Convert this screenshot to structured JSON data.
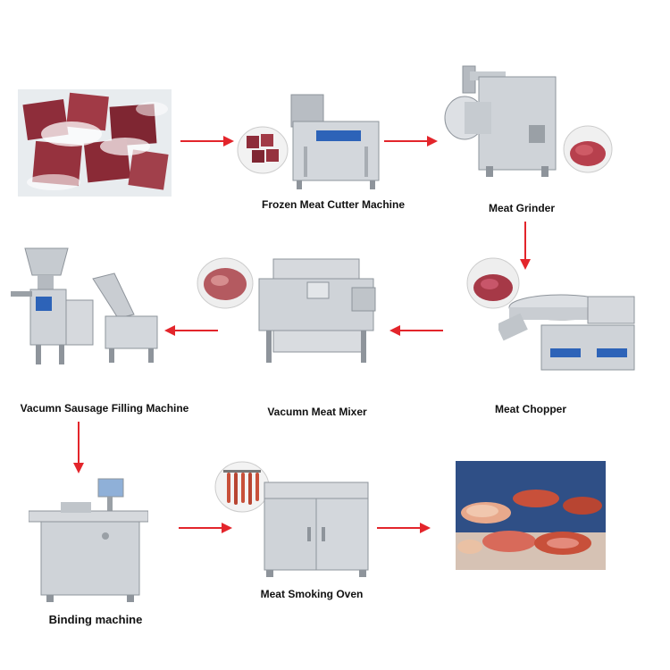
{
  "steps": [
    {
      "id": "frozen-meat",
      "label": ""
    },
    {
      "id": "frozen-meat-cutter",
      "label": "Frozen Meat Cutter Machine"
    },
    {
      "id": "meat-grinder",
      "label": "Meat Grinder"
    },
    {
      "id": "meat-chopper",
      "label": "Meat Chopper"
    },
    {
      "id": "vacuum-meat-mixer",
      "label": "Vacumn Meat Mixer"
    },
    {
      "id": "vacuum-sausage-filler",
      "label": "Vacumn Sausage Filling Machine"
    },
    {
      "id": "binding-machine",
      "label": "Binding machine"
    },
    {
      "id": "meat-smoking-oven",
      "label": "Meat Smoking Oven"
    },
    {
      "id": "finished-sausages",
      "label": ""
    }
  ],
  "colors": {
    "arrow": "#e3252b",
    "steel": "#c9cdd2",
    "steel_dark": "#8e949b",
    "meat": "#9a2f3c",
    "frost": "#eef2f5",
    "panel_blue": "#2d63b8",
    "sausage": "#c8503a"
  },
  "icons": {
    "arrow": "red-arrow-icon"
  }
}
